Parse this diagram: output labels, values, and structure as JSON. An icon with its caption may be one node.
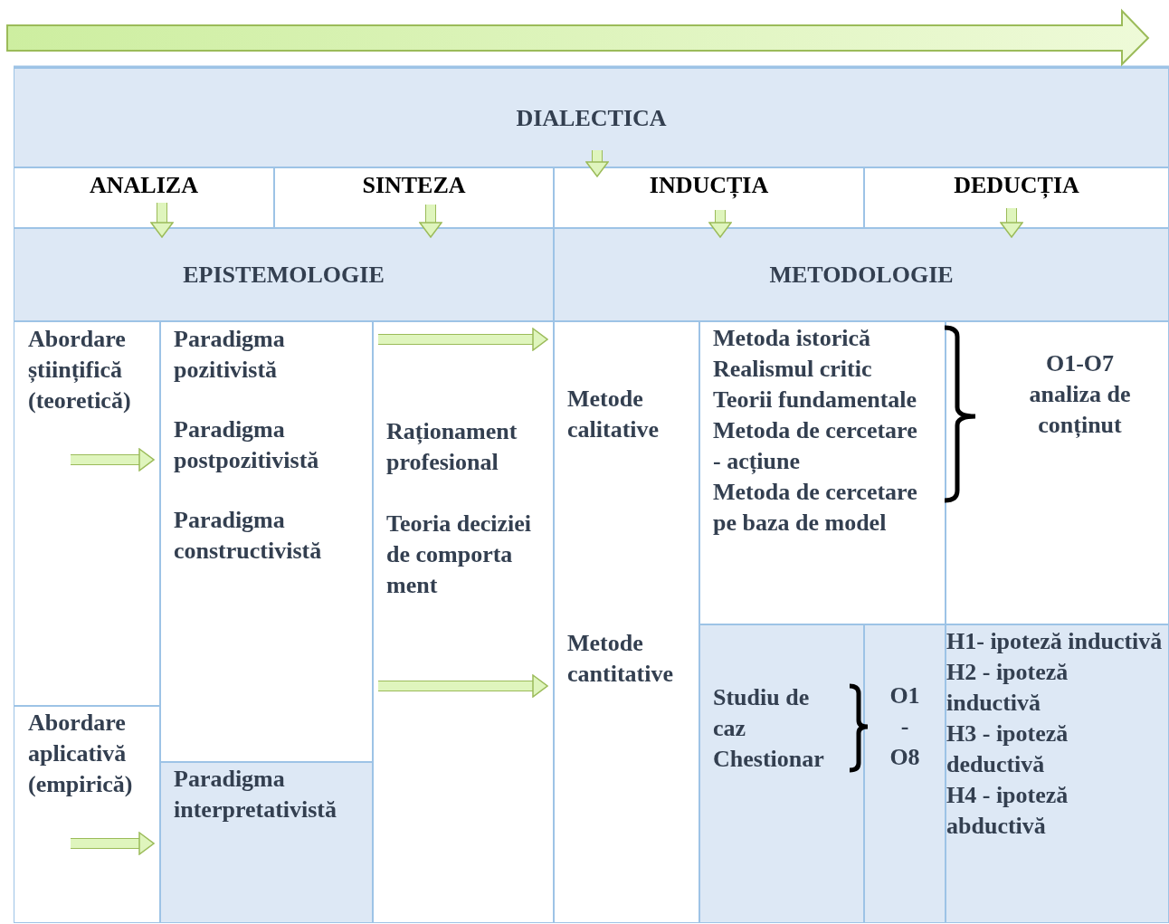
{
  "diagram": {
    "nodes": [
      {
        "text": [
          "DIALECTICA"
        ]
      },
      {
        "text": [
          "ANALIZA"
        ]
      },
      {
        "text": [
          "SINTEZA"
        ]
      },
      {
        "text": [
          "INDUCȚIA"
        ]
      },
      {
        "text": [
          "DEDUCȚIA"
        ]
      },
      {
        "text": [
          "EPISTEMOLOGIE"
        ]
      },
      {
        "text": [
          "METODOLOGIE"
        ]
      },
      {
        "text": [
          "Abordare științifică (teoretică)"
        ]
      },
      {
        "text": [
          "Paradigma pozitivistă",
          "Paradigma postpozitivistă",
          "Paradigma constructivistă"
        ]
      },
      {
        "text": [
          "Raționament profesional",
          "Teoria deciziei de comporta ment"
        ]
      },
      {
        "text": [
          "Metode calitative",
          "Metode cantitative"
        ]
      },
      {
        "text": [
          "Metoda istorică",
          "Realismul critic",
          "Teorii fundamentale",
          "Metoda de cercetare - acțiune",
          "Metoda de cercetare pe baza de model"
        ]
      },
      {
        "text": [
          "O1-O7 analiza de conținut"
        ]
      },
      {
        "text": [
          "Abordare aplicativă (empirică)"
        ]
      },
      {
        "text": [
          "Paradigma interpretativistă"
        ]
      },
      {
        "text": [
          "Studiu de caz",
          "Chestionar"
        ]
      },
      {
        "text": [
          "O1 - O8"
        ]
      },
      {
        "text": [
          "H1- ipoteză inductivă",
          "H2 - ipoteză inductivă",
          "H3 - ipoteză deductivă",
          "H4 - ipoteză abductivă"
        ]
      }
    ],
    "edges": [
      {
        "from": 0,
        "to": 3,
        "arrow": "to"
      },
      {
        "from": 1,
        "to": 5,
        "arrow": "to"
      },
      {
        "from": 2,
        "to": 5,
        "arrow": "to"
      },
      {
        "from": 3,
        "to": 6,
        "arrow": "to"
      },
      {
        "from": 4,
        "to": 6,
        "arrow": "to"
      },
      {
        "from": 7,
        "to": 8,
        "arrow": "to"
      },
      {
        "from": 13,
        "to": 14,
        "arrow": "to"
      },
      {
        "from": 9,
        "to": 10,
        "arrow": "to"
      },
      {
        "from": 9,
        "to": 10,
        "arrow": "to"
      }
    ]
  }
}
